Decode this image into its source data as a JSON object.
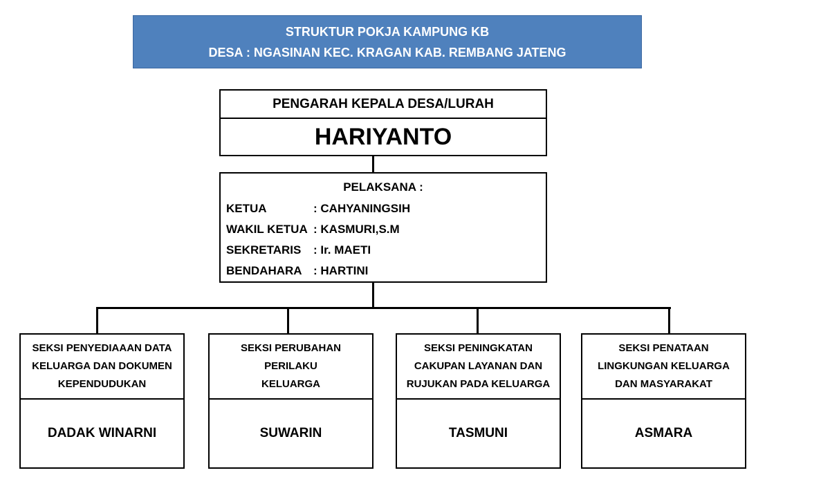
{
  "title": {
    "line1": "STRUKTUR POKJA KAMPUNG KB",
    "line2": "DESA : NGASINAN KEC. KRAGAN KAB. REMBANG JATENG"
  },
  "pengarah": {
    "role": "PENGARAH KEPALA DESA/LURAH",
    "name": "HARIYANTO"
  },
  "pelaksana": {
    "header": "PELAKSANA :",
    "members": [
      {
        "role": "KETUA",
        "name": ": CAHYANINGSIH"
      },
      {
        "role": "WAKIL KETUA",
        "name": ": KASMURI,S.M"
      },
      {
        "role": "SEKRETARIS",
        "name": ": Ir. MAETI"
      },
      {
        "role": "BENDAHARA",
        "name": ": HARTINI"
      }
    ]
  },
  "sections": [
    {
      "title": "SEKSI PENYEDIAAAN DATA KELUARGA DAN DOKUMEN KEPENDUDUKAN",
      "person": "DADAK WINARNI"
    },
    {
      "title": "SEKSI PERUBAHAN PERILAKU KELUARGA",
      "person": "SUWARIN"
    },
    {
      "title": "SEKSI PENINGKATAN CAKUPAN LAYANAN DAN RUJUKAN PADA KELUARGA",
      "person": "TASMUNI"
    },
    {
      "title": "SEKSI PENATAAN LINGKUNGAN KELUARGA DAN MASYARAKAT",
      "person": "ASMARA"
    }
  ],
  "colors": {
    "banner": "#4f81bd",
    "banner_text": "#ffffff",
    "lines": "#000000"
  }
}
